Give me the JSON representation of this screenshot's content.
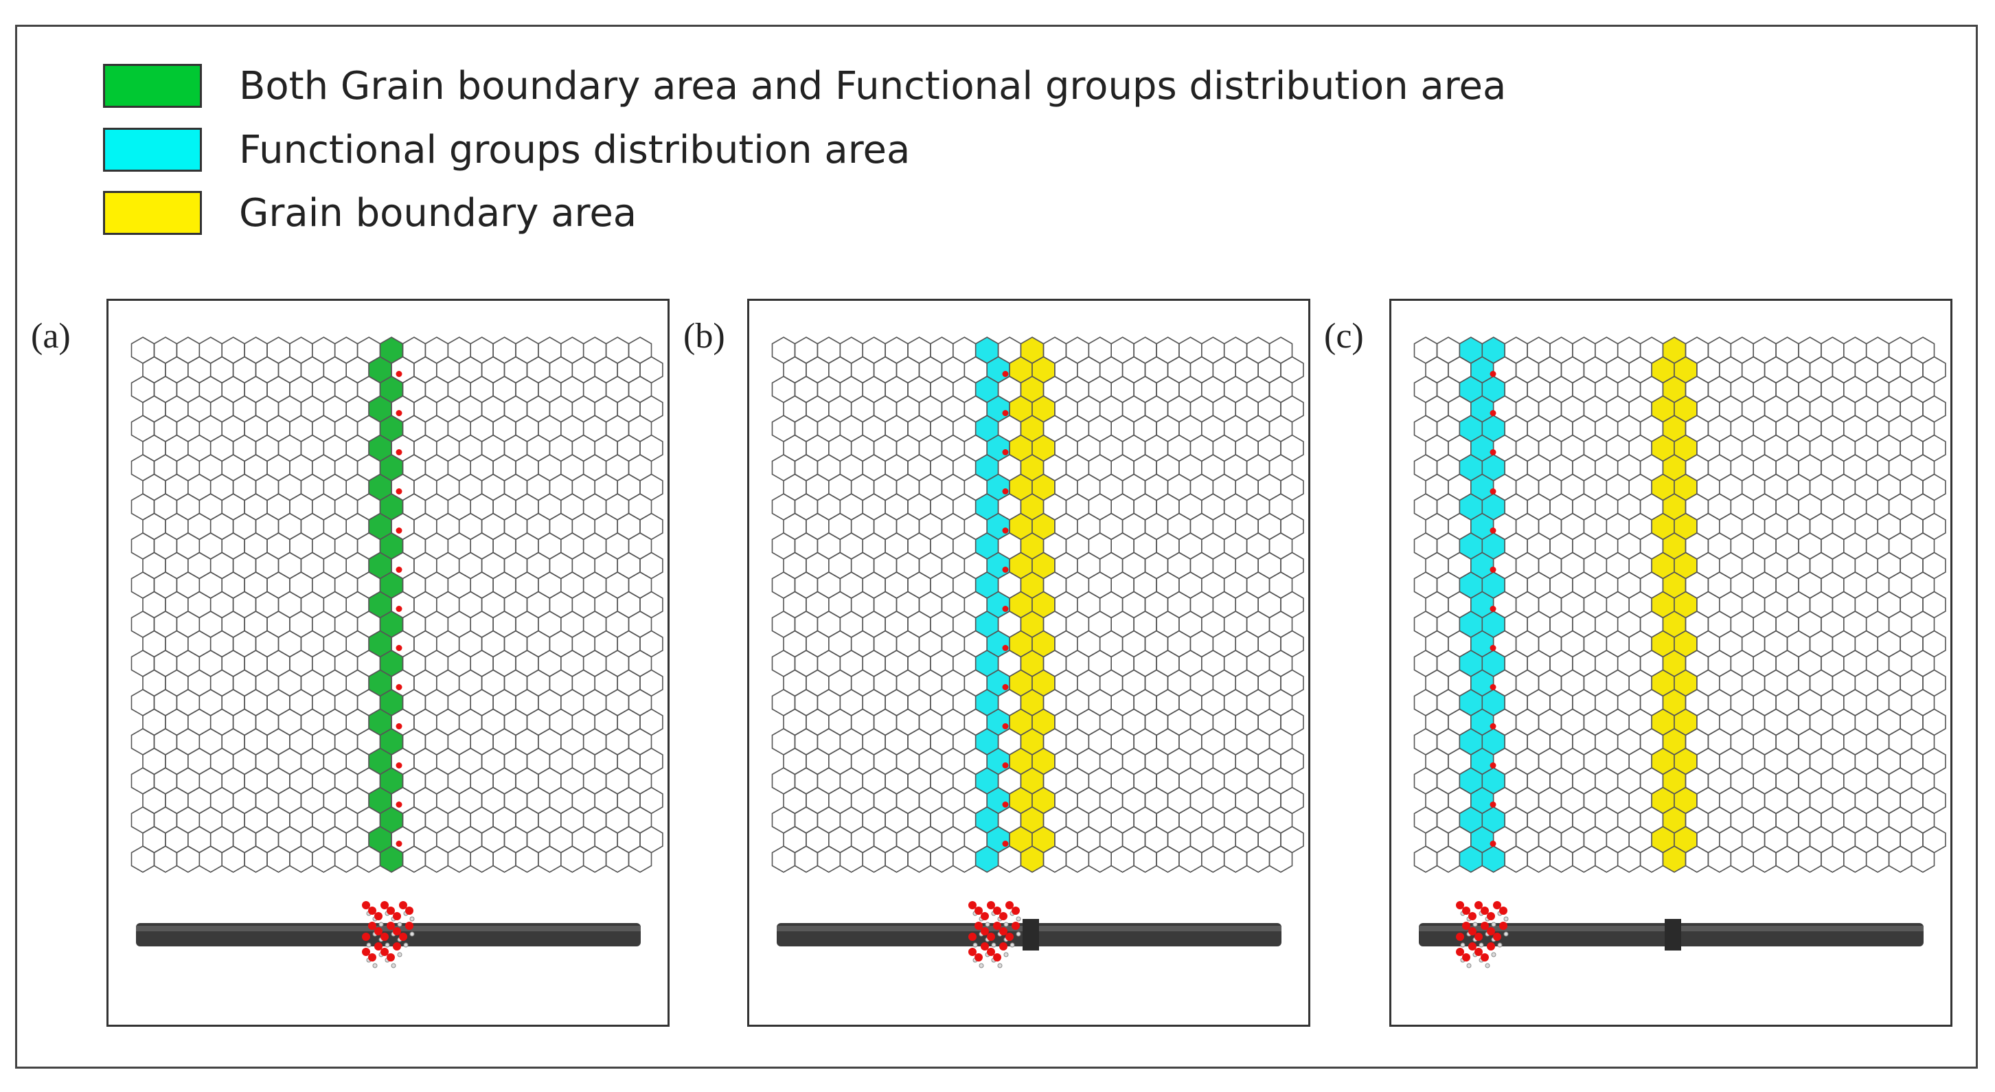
{
  "legend": [
    {
      "label": "Both Grain boundary area and Functional groups distribution area",
      "color": "#00c832"
    },
    {
      "label": "Functional groups distribution area",
      "color": "#00f5f5"
    },
    {
      "label": "Grain boundary area",
      "color": "#fff000"
    }
  ],
  "panels": [
    {
      "label": "(a)",
      "highlights": [
        "both"
      ]
    },
    {
      "label": "(b)",
      "highlights": [
        "functional",
        "grain"
      ]
    },
    {
      "label": "(c)",
      "highlights": [
        "functional",
        "grain"
      ]
    }
  ],
  "colors": {
    "both": "#22b53c",
    "functional": "#22e6ec",
    "grain": "#f5e60a",
    "oxygen": "#e81010",
    "sheet": "#3a3a3a",
    "hex_stroke": "#555555"
  }
}
